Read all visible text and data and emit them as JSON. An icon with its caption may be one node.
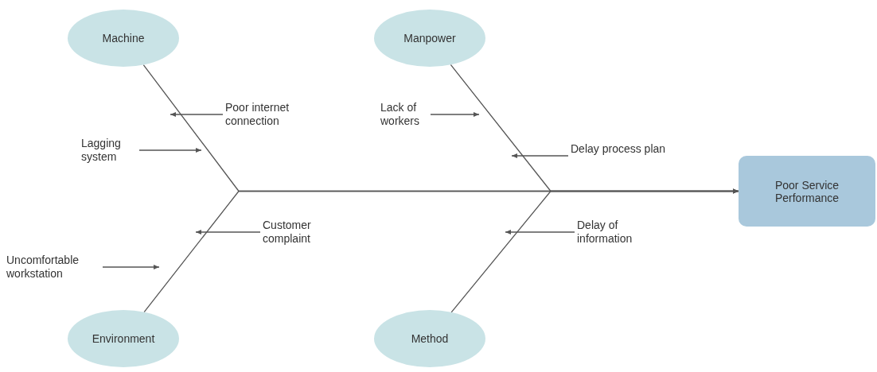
{
  "diagram": {
    "nodes": [
      {
        "text": [
          "Machine"
        ]
      },
      {
        "text": [
          "Manpower"
        ]
      },
      {
        "text": [
          "Poor Service Performance"
        ]
      },
      {
        "text": [
          "Poor internet connection"
        ]
      },
      {
        "text": [
          "Lagging system"
        ]
      },
      {
        "text": [
          "Lack of workers"
        ]
      },
      {
        "text": [
          "Delay process plan"
        ]
      },
      {
        "text": [
          "Customer complaint"
        ]
      },
      {
        "text": [
          "Uncomfortable workstation"
        ]
      },
      {
        "text": [
          "Delay of information"
        ]
      },
      {
        "text": [
          "Environment"
        ]
      },
      {
        "text": [
          "Method"
        ]
      }
    ],
    "edges": [
      {
        "from": 0,
        "to": 2,
        "arrow": "to"
      },
      {
        "from": 1,
        "to": 2,
        "arrow": "to"
      },
      {
        "from": 10,
        "to": 2,
        "arrow": "to"
      },
      {
        "from": 11,
        "to": 2,
        "arrow": "to"
      },
      {
        "from": 3,
        "to": null,
        "arrow": "to"
      },
      {
        "from": 4,
        "to": null,
        "arrow": "to"
      },
      {
        "from": 5,
        "to": null,
        "arrow": "to"
      },
      {
        "from": 6,
        "to": null,
        "arrow": "to"
      },
      {
        "from": 7,
        "to": null,
        "arrow": "to"
      },
      {
        "from": 8,
        "to": null,
        "arrow": "to"
      },
      {
        "from": 9,
        "to": null,
        "arrow": "to"
      }
    ]
  }
}
